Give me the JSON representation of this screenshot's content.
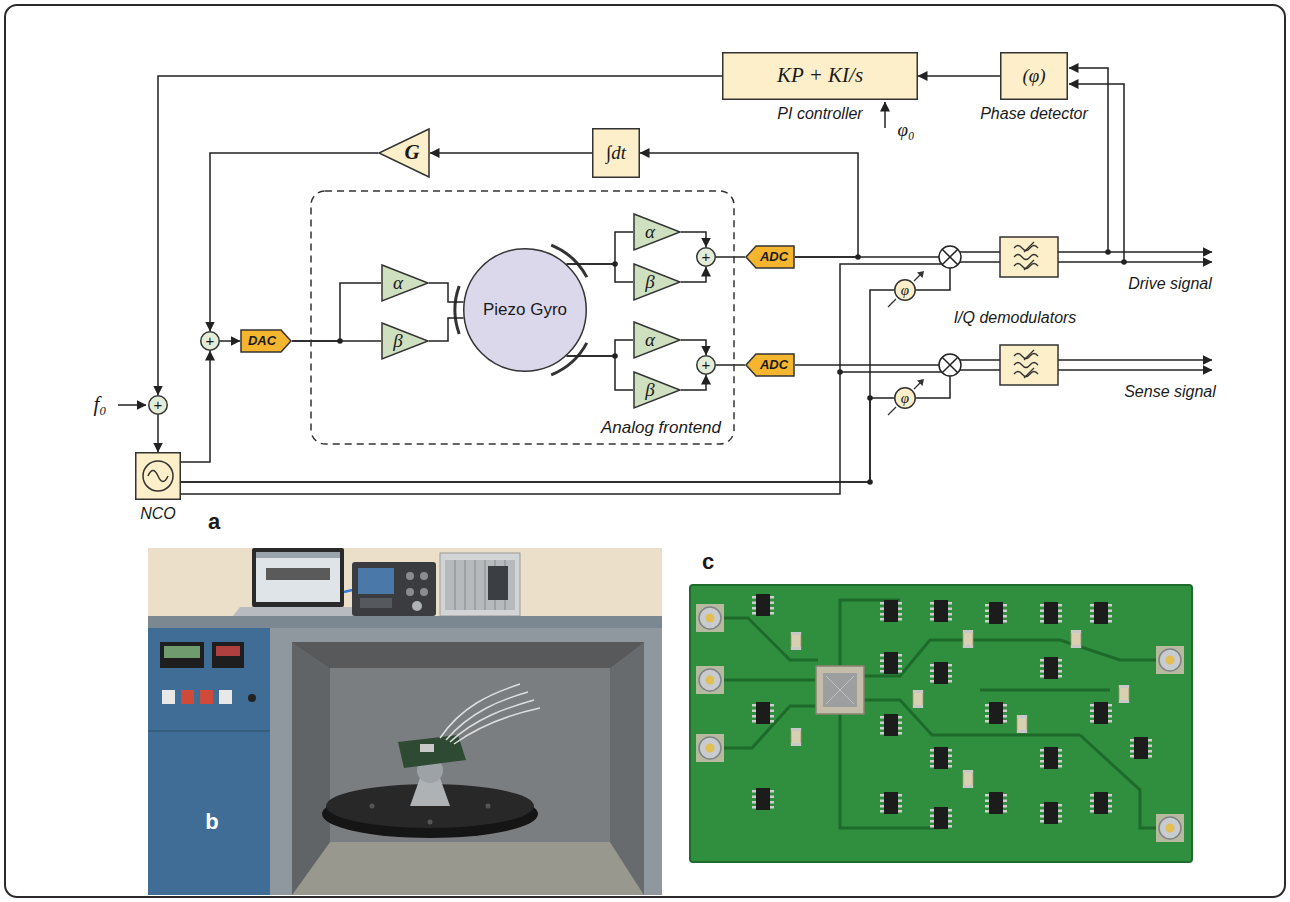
{
  "diagram": {
    "nodes": [
      {
        "text": [
          "KP + KI/s",
          "PI controller"
        ]
      },
      {
        "text": [
          "(φ)",
          "Phase detector"
        ]
      },
      {
        "text": [
          "∫dt"
        ]
      },
      {
        "text": [
          "G"
        ]
      },
      {
        "text": [
          "+"
        ]
      },
      {
        "text": [
          "+"
        ]
      },
      {
        "text": [
          "DAC"
        ]
      },
      {
        "text": [
          "Analog frontend"
        ]
      },
      {
        "text": [
          "α"
        ],
        "in": 7
      },
      {
        "text": [
          "β"
        ],
        "in": 7
      },
      {
        "text": [
          "Piezo Gyro"
        ],
        "in": 7
      },
      {
        "text": [
          "α"
        ],
        "in": 7
      },
      {
        "text": [
          "β"
        ],
        "in": 7
      },
      {
        "text": [
          "+"
        ],
        "in": 7
      },
      {
        "text": [
          "α"
        ],
        "in": 7
      },
      {
        "text": [
          "β"
        ],
        "in": 7
      },
      {
        "text": [
          "+"
        ],
        "in": 7
      },
      {
        "text": [
          "ADC"
        ]
      },
      {
        "text": [
          "ADC"
        ]
      },
      {
        "text": [
          "φ"
        ]
      },
      {
        "text": [
          "φ"
        ]
      },
      {
        "text": [
          "NCO"
        ]
      }
    ],
    "edges": [
      {
        "from": 1,
        "to": 0,
        "arrow": "to"
      },
      {
        "from": 0,
        "to": 4,
        "arrow": "to"
      },
      {
        "from": 4,
        "to": 21,
        "arrow": "to"
      },
      {
        "from": 21,
        "to": 5,
        "arrow": "to"
      },
      {
        "from": 2,
        "to": 3,
        "arrow": "to"
      },
      {
        "from": 3,
        "to": 5,
        "arrow": "to"
      },
      {
        "from": 5,
        "to": 6,
        "arrow": "to"
      },
      {
        "from": 6,
        "to": 8,
        "arrow": "none"
      },
      {
        "from": 6,
        "to": 9,
        "arrow": "none"
      },
      {
        "from": 8,
        "to": 10,
        "arrow": "none"
      },
      {
        "from": 9,
        "to": 10,
        "arrow": "none"
      },
      {
        "from": 10,
        "to": 11,
        "arrow": "none"
      },
      {
        "from": 10,
        "to": 12,
        "arrow": "none"
      },
      {
        "from": 10,
        "to": 14,
        "arrow": "none"
      },
      {
        "from": 10,
        "to": 15,
        "arrow": "none"
      },
      {
        "from": 11,
        "to": 13,
        "arrow": "to"
      },
      {
        "from": 12,
        "to": 13,
        "arrow": "to"
      },
      {
        "from": 14,
        "to": 16,
        "arrow": "to"
      },
      {
        "from": 15,
        "to": 16,
        "arrow": "to"
      },
      {
        "from": 13,
        "to": 17,
        "arrow": "none"
      },
      {
        "from": 16,
        "to": 18,
        "arrow": "none"
      },
      {
        "from": 17,
        "to": 2,
        "arrow": "to"
      },
      {
        "from": 21,
        "to": 19,
        "arrow": "none"
      },
      {
        "from": 21,
        "to": 20,
        "arrow": "none"
      }
    ],
    "labels": [
      "f₀",
      "φ₀",
      "Drive signal",
      "Sense signal",
      "I/Q demodulators",
      "a",
      "b",
      "c"
    ]
  }
}
